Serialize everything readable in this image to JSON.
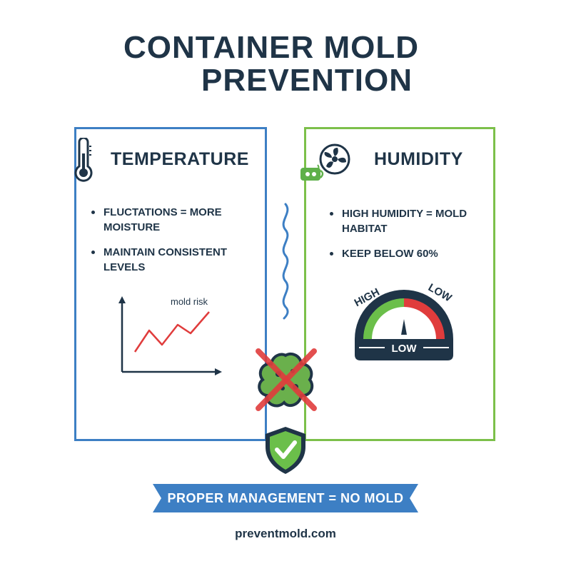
{
  "title": {
    "line1": "CONTAINER MOLD",
    "line2": "PREVENTION"
  },
  "temperature": {
    "heading": "TEMPERATURE",
    "icon": "thermometer-icon",
    "bullets": [
      "FLUCTATIONS = MORE MOISTURE",
      "MAINTAIN CONSISTENT LEVELS"
    ],
    "chart_label": "mold risk"
  },
  "humidity": {
    "heading": "HUMIDITY",
    "icon": "fan-icon",
    "bullets": [
      "HIGH HUMIDITY = MOLD HABITAT",
      "KEEP BELOW 60%"
    ],
    "gauge": {
      "left_label": "HIGH",
      "right_label": "LOW",
      "reading": "LOW"
    }
  },
  "banner": "PROPER MANAGEMENT = NO MOLD",
  "footer": "preventmold.com",
  "colors": {
    "navy": "#1f3447",
    "blue": "#3d7fc4",
    "green": "#7cc04a",
    "red": "#e03c3c",
    "mold": "#6ab04c"
  }
}
